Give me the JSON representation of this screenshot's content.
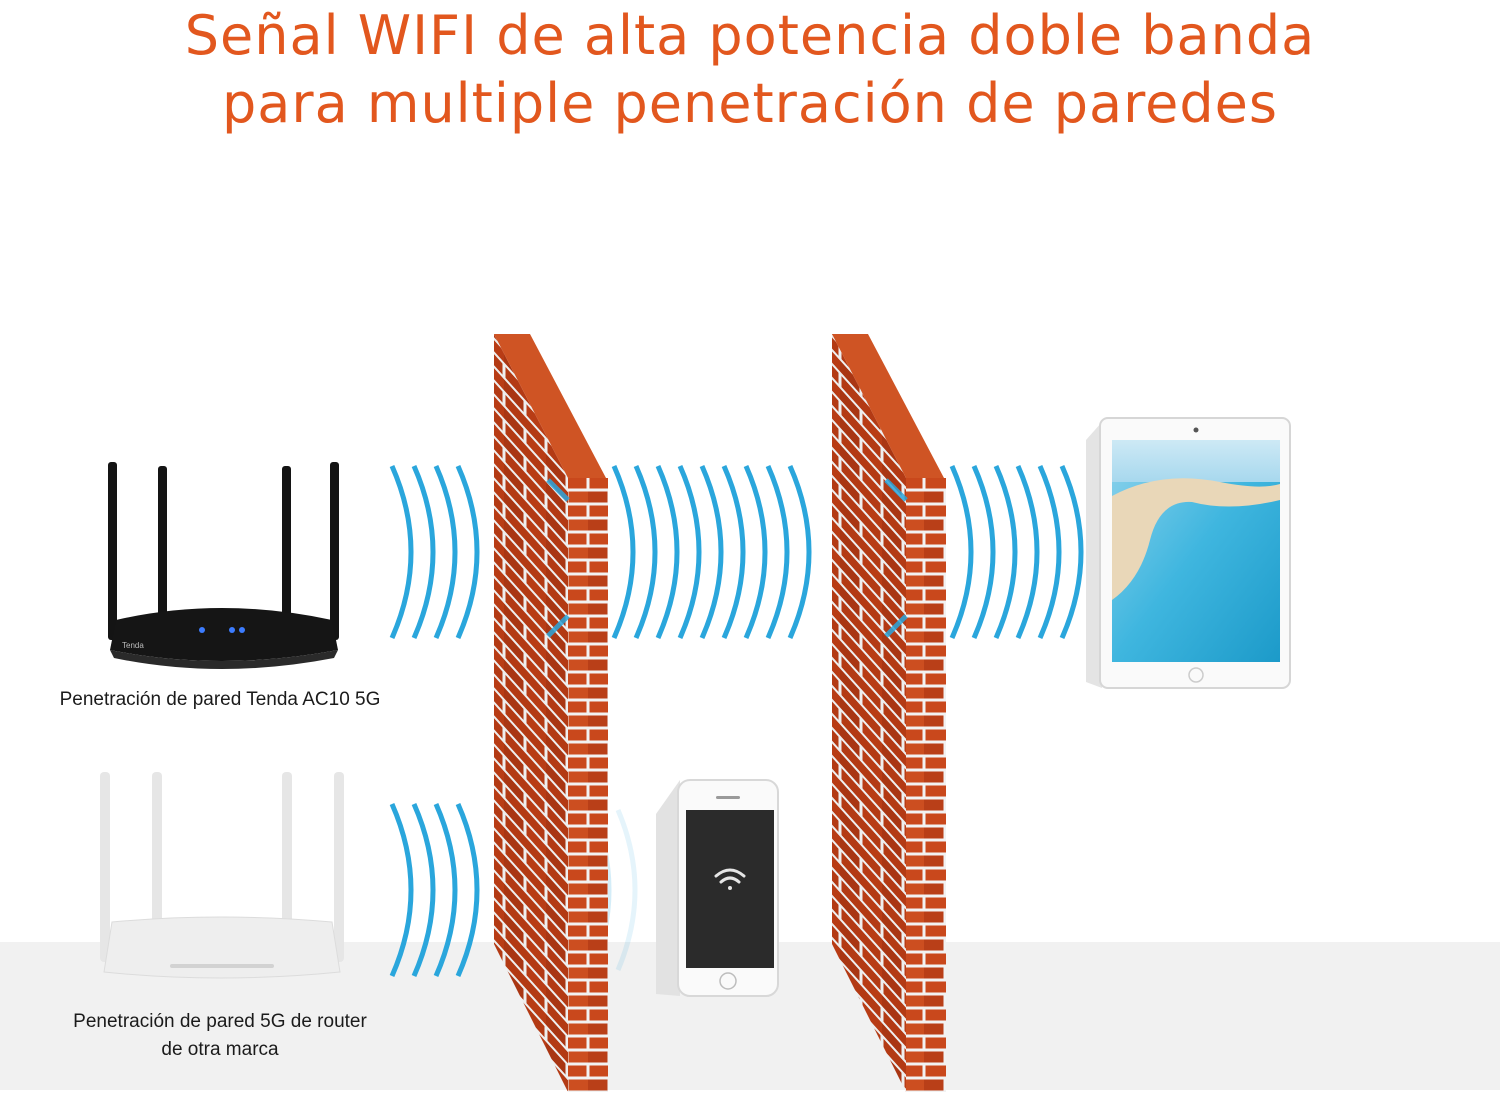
{
  "headline": {
    "line1": "Señal WIFI de alta potencia doble banda",
    "line2": "para multiple penetración de paredes"
  },
  "routers": [
    {
      "caption": "Penetración de pared Tenda AC10 5G",
      "brand": "Tenda",
      "color": "#151515",
      "antennas": 4
    },
    {
      "caption_line1": "Penetración de pared 5G de router",
      "caption_line2": "de otra marca",
      "color": "#e8e8e8",
      "antennas": 4
    }
  ],
  "colors": {
    "headline": "#e2571e",
    "signal_wave": "#2aa6dc",
    "brick": "#c2441a",
    "mortar": "#f5f5f5",
    "floor": "#f1f1f1"
  },
  "devices": [
    "tablet-icon",
    "smartphone-icon",
    "wifi-icon"
  ]
}
